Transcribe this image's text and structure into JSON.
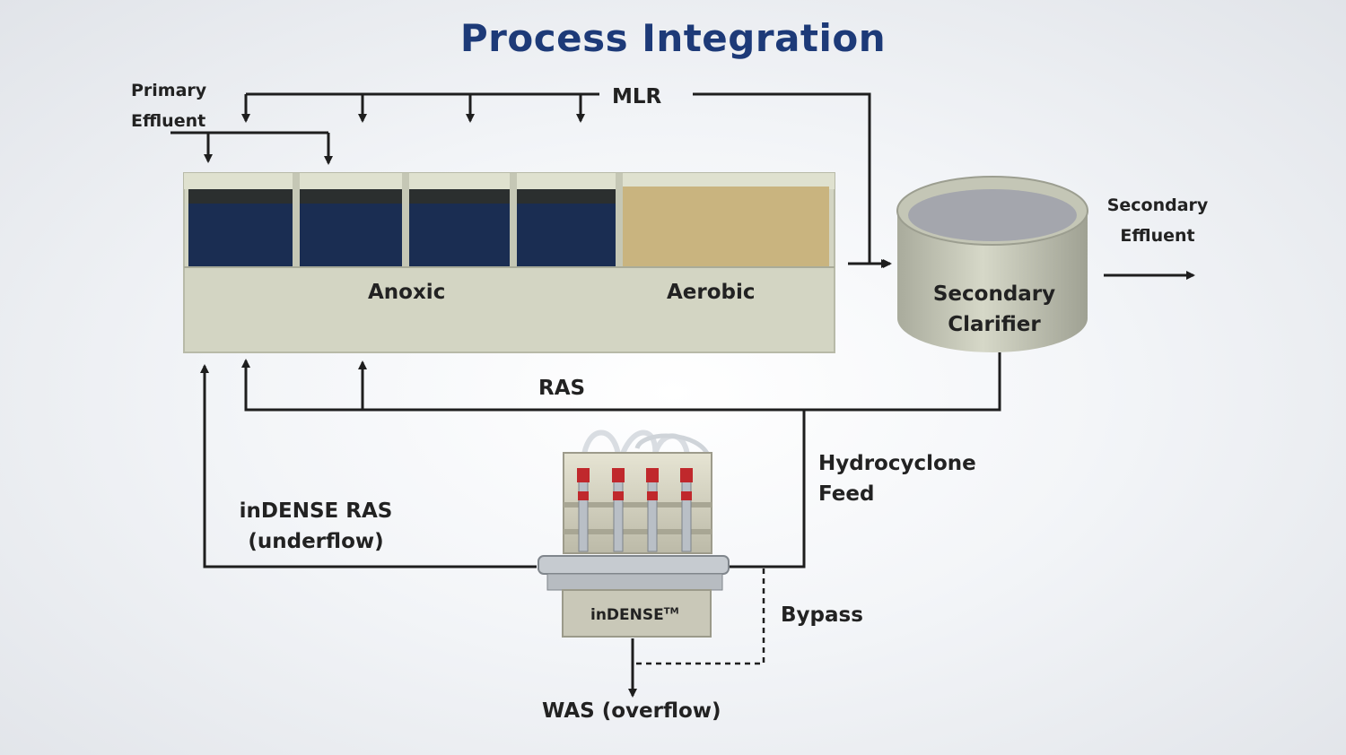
{
  "title": "Process Integration",
  "labels": {
    "primary_effluent": [
      "Primary",
      "Effluent"
    ],
    "mlr": "MLR",
    "anoxic": "Anoxic",
    "aerobic": "Aerobic",
    "clarifier": [
      "Secondary",
      "Clarifier"
    ],
    "secondary_effluent": [
      "Secondary",
      "Effluent"
    ],
    "ras": "RAS",
    "hydrocyclone_feed": [
      "Hydrocyclone",
      "Feed"
    ],
    "indense_ras": [
      "inDENSE RAS",
      "(underflow)"
    ],
    "bypass": "Bypass",
    "was": "WAS (overflow)",
    "unit_name": "inDENSE",
    "unit_tm": "TM"
  },
  "colors": {
    "title": "#1d3a78",
    "anoxic_water": "#1a2d52",
    "aerobic_water": "#c9b47f",
    "tank_body": "#d6d8c6",
    "line": "#1e1e1e"
  }
}
